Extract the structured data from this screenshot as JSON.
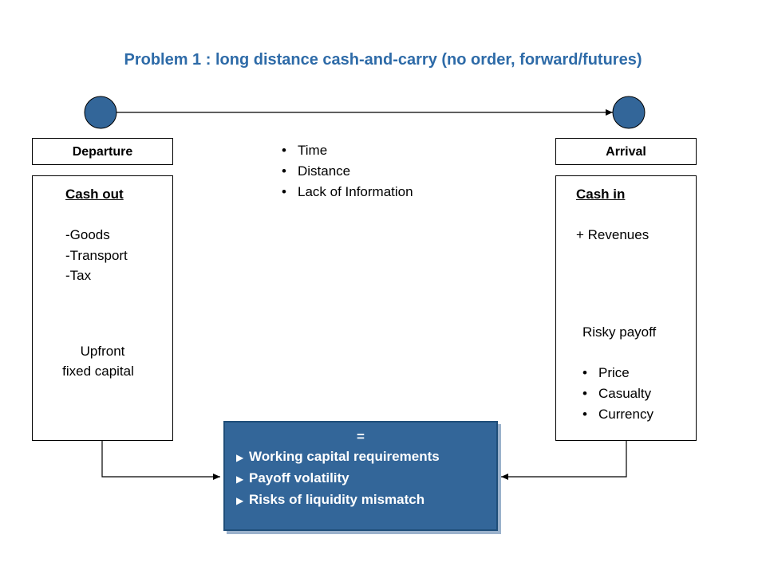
{
  "title": "Problem 1 : long distance cash-and-carry (no order, forward/futures)",
  "departure": {
    "label": "Departure",
    "heading": "Cash out",
    "items": [
      "-Goods",
      "-Transport",
      "-Tax"
    ],
    "result_line1": "Upfront",
    "result_line2": "fixed capital"
  },
  "middle": {
    "items": [
      "Time",
      "Distance",
      "Lack of Information"
    ]
  },
  "arrival": {
    "label": "Arrival",
    "heading": "Cash in",
    "item": "+ Revenues",
    "result": "Risky payoff",
    "items": [
      "Price",
      "Casualty",
      "Currency"
    ]
  },
  "outcome": {
    "equals": "=",
    "items": [
      "Working capital requirements",
      "Payoff volatility",
      "Risks of liquidity mismatch"
    ]
  },
  "colors": {
    "title": "#2E6BA8",
    "node": "#336699",
    "box": "#336699",
    "chevron": "#A6A6A6"
  }
}
